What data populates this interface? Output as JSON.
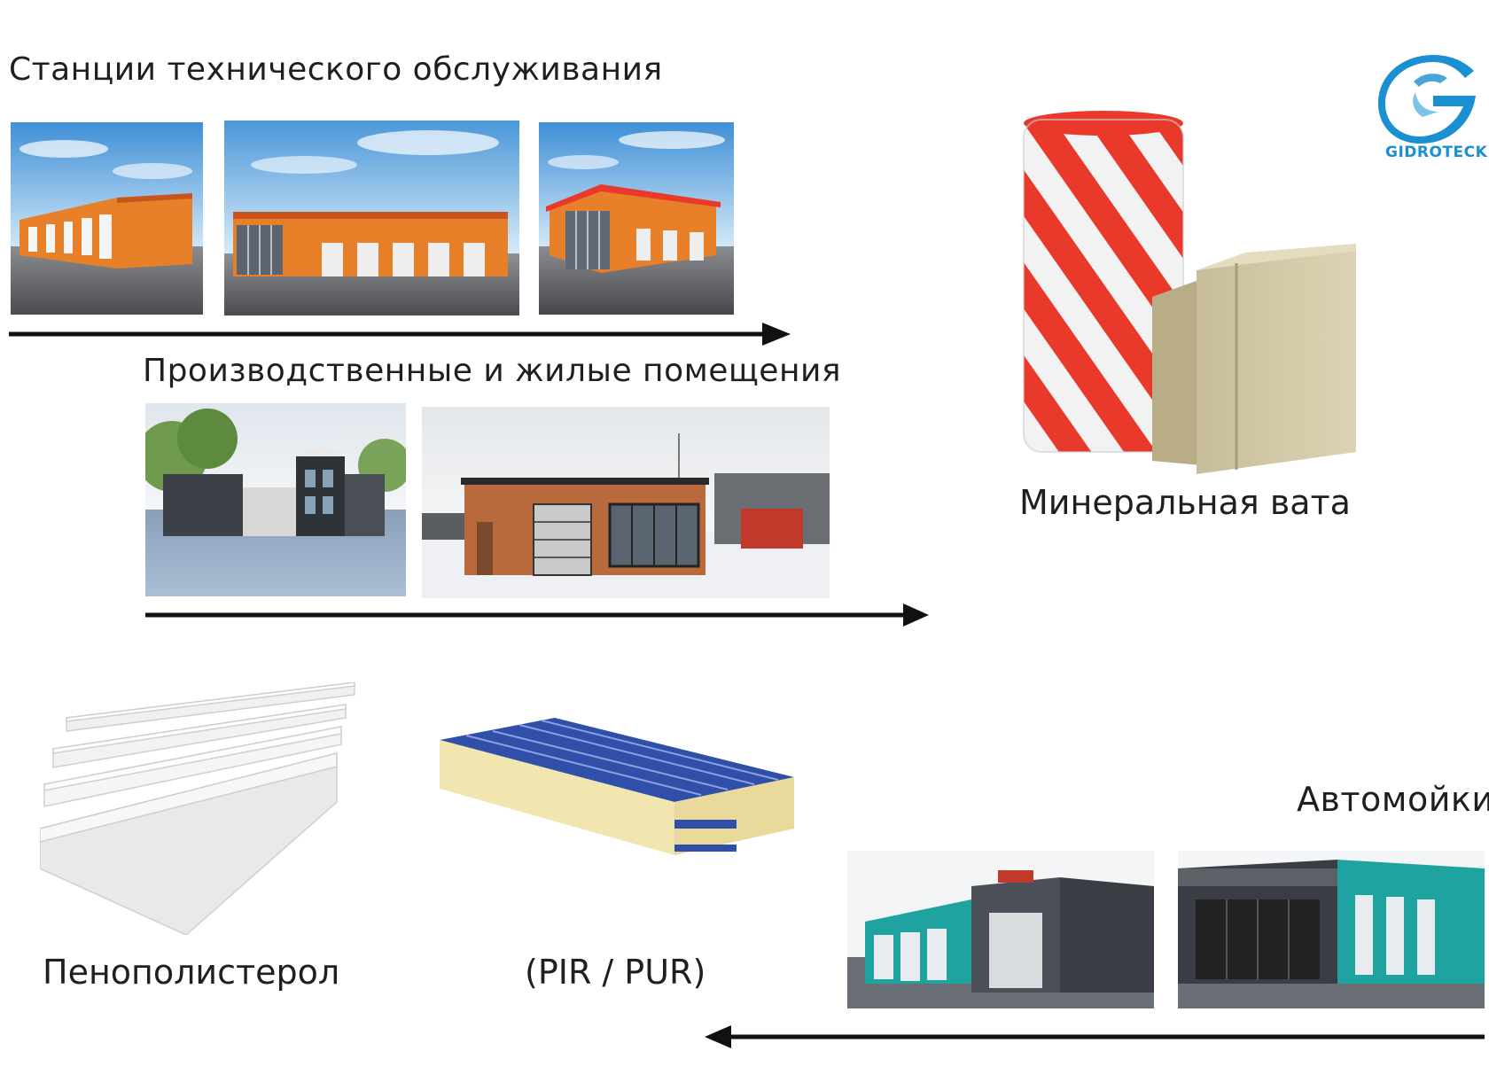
{
  "sections": {
    "service_stations": "Станции технического обслуживания",
    "industrial_residential": "Производственные и жилые помещения",
    "car_washes": "Автомойки"
  },
  "materials": {
    "mineral_wool": "Минеральная вата",
    "polystyrene": "Пенополистерол",
    "pir_pur": "(PIR / PUR)"
  },
  "logo": {
    "name": "GIDROTECK",
    "icon": "g-swirl-logo-icon"
  },
  "colors": {
    "logo_blue": "#1a8fd1",
    "orange_facade": "#e8802a",
    "red_stripe": "#e8392b",
    "panel_blue": "#2f4fa8",
    "teal_facade": "#1fa3a0",
    "arrow": "#111111"
  }
}
